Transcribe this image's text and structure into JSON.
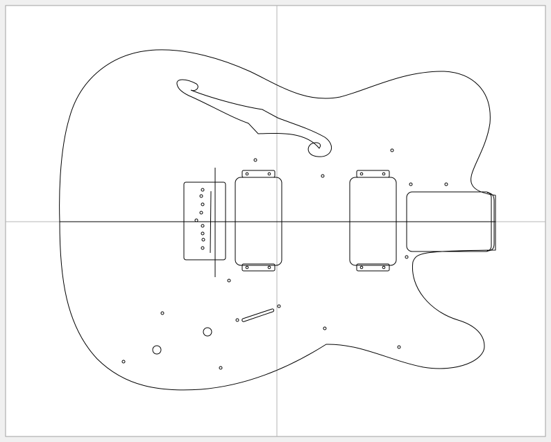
{
  "drawing": {
    "subject": "guitar-body-template",
    "background_color": "#f0f0f0",
    "sheet_color": "#ffffff",
    "line_color": "#000000",
    "guide_color": "#b4b4b4",
    "frame_color": "#a0a0a0",
    "pickups": [
      "humbucker-neck",
      "humbucker-bridge"
    ],
    "control_holes_count": 3
  }
}
